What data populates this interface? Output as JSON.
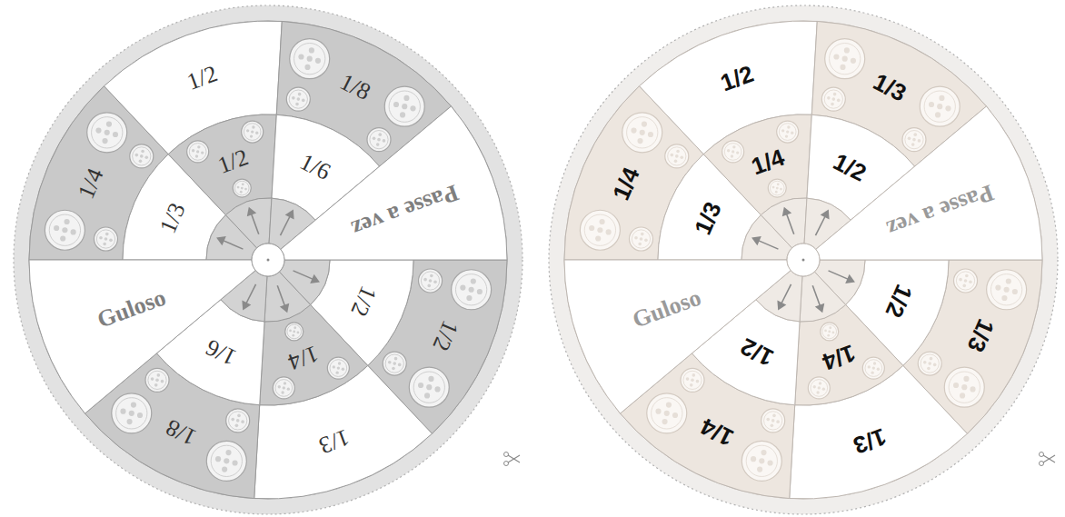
{
  "diagram": {
    "nodes": [
      {
        "text": [
          "1/4"
        ]
      },
      {
        "text": [
          "1/2"
        ]
      },
      {
        "text": [
          "1/8"
        ]
      },
      {
        "text": [
          "1/3"
        ]
      },
      {
        "text": [
          "1/2"
        ]
      },
      {
        "text": [
          "1/6"
        ]
      },
      {
        "text": [
          "Passe a vez"
        ]
      },
      {
        "text": [
          "Guloso"
        ]
      },
      {
        "text": [
          "1/2"
        ]
      },
      {
        "text": [
          "1/4"
        ]
      },
      {
        "text": [
          "1/6"
        ]
      },
      {
        "text": [
          "1/2"
        ]
      },
      {
        "text": [
          "1/3"
        ]
      },
      {
        "text": [
          "1/8"
        ]
      },
      {
        "text": [
          "1/4"
        ]
      },
      {
        "text": [
          "1/2"
        ]
      },
      {
        "text": [
          "1/3"
        ]
      },
      {
        "text": [
          "1/3"
        ]
      },
      {
        "text": [
          "1/4"
        ]
      },
      {
        "text": [
          "1/2"
        ]
      },
      {
        "text": [
          "Passe a vez"
        ]
      },
      {
        "text": [
          "Guloso"
        ]
      },
      {
        "text": [
          "1/2"
        ]
      },
      {
        "text": [
          "1/4"
        ]
      },
      {
        "text": [
          "1/2"
        ]
      },
      {
        "text": [
          "1/3"
        ]
      },
      {
        "text": [
          "1/3"
        ]
      },
      {
        "text": [
          "1/4"
        ]
      }
    ]
  }
}
